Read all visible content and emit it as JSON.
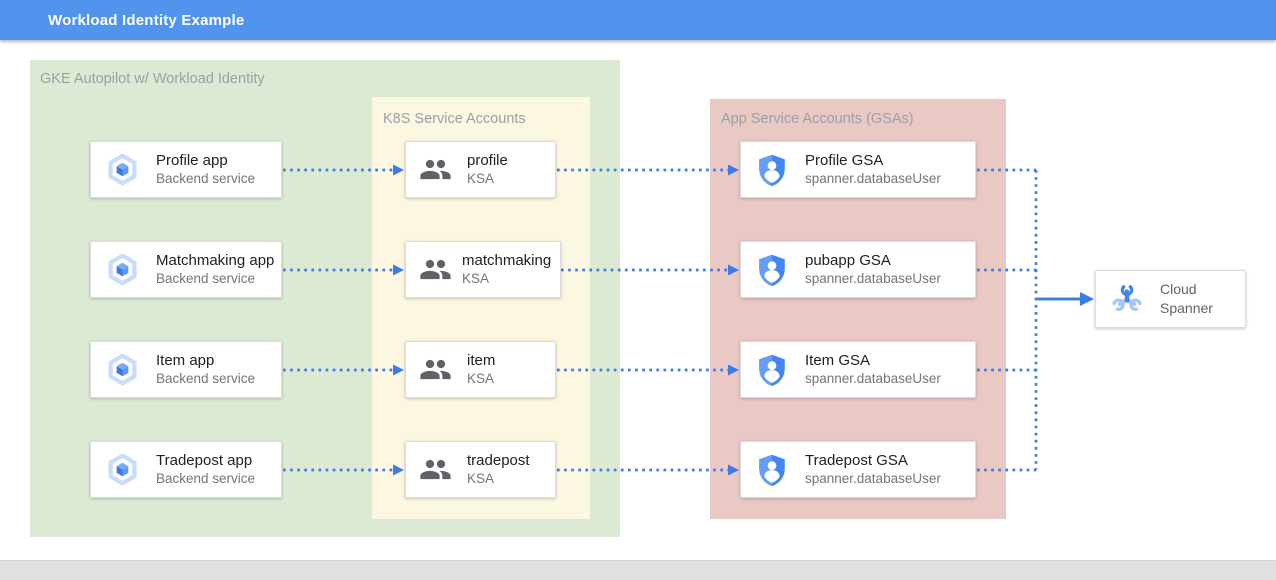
{
  "title_bar": {
    "title": "Workload Identity Example"
  },
  "colors": {
    "header_blue": "#5094ee",
    "arrow_blue": "#3d7ce8",
    "gke_zone_green": "#dcead4",
    "ksa_zone_yellow": "#fbf7e1",
    "gsa_zone_pink": "#eac9c5",
    "card_white": "#ffffff",
    "footer_gray": "#e0e0e0",
    "label_gray": "#9aa0a6"
  },
  "diagram": {
    "gke_box": {
      "label": "GKE Autopilot w/ Workload Identity",
      "apps": [
        {
          "title": "Profile app",
          "subtitle": "Backend service"
        },
        {
          "title": "Matchmaking app",
          "subtitle": "Backend service"
        },
        {
          "title": "Item app",
          "subtitle": "Backend service"
        },
        {
          "title": "Tradepost app",
          "subtitle": "Backend service"
        }
      ]
    },
    "ksa_box": {
      "label": "K8S Service Accounts",
      "accounts": [
        {
          "title": "profile",
          "subtitle": "KSA"
        },
        {
          "title": "matchmaking",
          "subtitle": "KSA"
        },
        {
          "title": "item",
          "subtitle": "KSA"
        },
        {
          "title": "tradepost",
          "subtitle": "KSA"
        }
      ]
    },
    "gsa_box": {
      "label": "App Service Accounts (GSAs)",
      "accounts": [
        {
          "title": "Profile GSA",
          "subtitle": "spanner.databaseUser"
        },
        {
          "title": "pubapp GSA",
          "subtitle": "spanner.databaseUser"
        },
        {
          "title": "Item GSA",
          "subtitle": "spanner.databaseUser"
        },
        {
          "title": "Tradepost GSA",
          "subtitle": "spanner.databaseUser"
        }
      ]
    },
    "spanner_card": {
      "title": "Cloud Spanner"
    },
    "icons": {
      "app": "gke-hexagon-icon",
      "ksa": "people-icon",
      "gsa": "shield-user-icon",
      "spanner": "cloud-spanner-icon"
    }
  }
}
